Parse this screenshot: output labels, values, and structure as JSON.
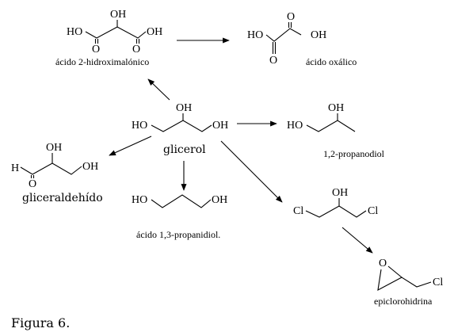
{
  "molecules": {
    "hydroxymalonic": {
      "name": "ácido 2-hidroximalónico",
      "atoms": {
        "left_oh": "HO",
        "top_oh": "OH",
        "right_oh": "OH",
        "o1": "O",
        "o2": "O"
      }
    },
    "oxalic": {
      "name": "ácido oxálico",
      "atoms": {
        "left_oh": "HO",
        "right_oh": "OH",
        "o1": "O",
        "o2": "O"
      }
    },
    "glycerol": {
      "name": "glicerol",
      "atoms": {
        "left_oh": "HO",
        "top_oh": "OH",
        "right_oh": "OH"
      }
    },
    "propanediol12": {
      "name": "1,2-propanodiol",
      "atoms": {
        "left_oh": "HO",
        "top_oh": "OH"
      }
    },
    "glyceraldehyde": {
      "name": "gliceraldehído",
      "atoms": {
        "h": "H",
        "o": "O",
        "top_oh": "OH",
        "right_oh": "OH"
      }
    },
    "propanediol13": {
      "name": "ácido 1,3-propanidiol.",
      "atoms": {
        "left_oh": "HO",
        "right_oh": "OH"
      }
    },
    "dichlorohydrin": {
      "atoms": {
        "left_cl": "Cl",
        "top_oh": "OH",
        "right_cl": "Cl"
      }
    },
    "epichlorohydrin": {
      "name": "epiclorohidrina",
      "atoms": {
        "o": "O",
        "cl": "Cl"
      }
    }
  },
  "caption": "Figura 6."
}
